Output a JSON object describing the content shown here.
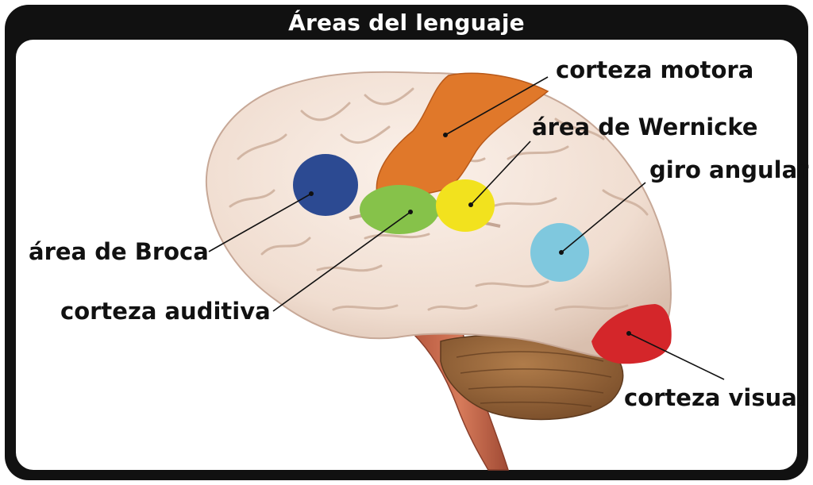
{
  "title": "Áreas del lenguaje",
  "regions": [
    {
      "id": "motor-cortex",
      "label": "corteza motora",
      "color": "#e0782a"
    },
    {
      "id": "wernicke",
      "label": "área de Wernicke",
      "color": "#f2e21e"
    },
    {
      "id": "angular-gyrus",
      "label": "giro angular",
      "color": "#7fc8de"
    },
    {
      "id": "broca",
      "label": "área de Broca",
      "color": "#2c4a92"
    },
    {
      "id": "auditory-cortex",
      "label": "corteza auditiva",
      "color": "#86c24a"
    },
    {
      "id": "visual-cortex",
      "label": "corteza visual",
      "color": "#d4262a"
    }
  ]
}
